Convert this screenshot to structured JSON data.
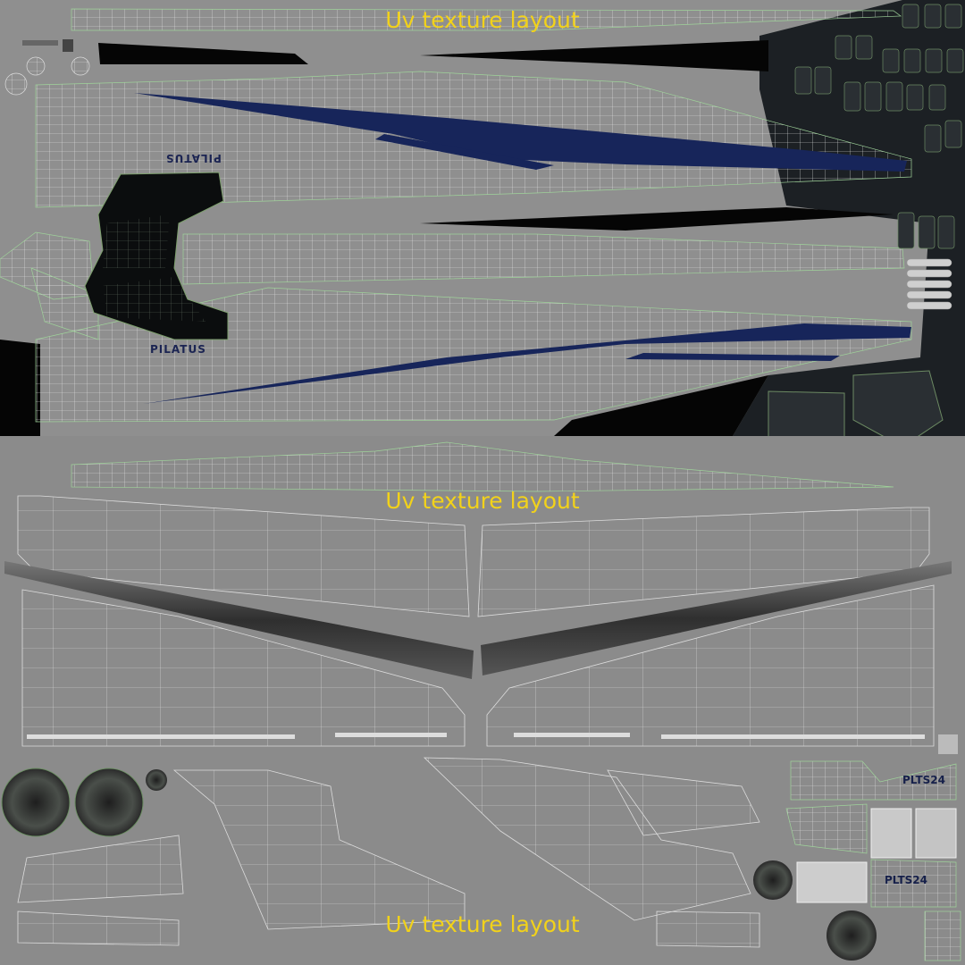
{
  "labels": {
    "top": "Uv texture layout",
    "middle": "Uv texture layout",
    "bottom": "Uv texture layout"
  },
  "decals": {
    "pilatus_upper": "PILATUS",
    "pilatus_lower": "PILATUS",
    "registration_upper": "PLTS24",
    "registration_lower": "PLTS24"
  },
  "colors": {
    "background": "#8b8b8b",
    "wireframe": "#e6e6e6",
    "seam": "#9fd39a",
    "livery_stripe": "#17255a",
    "label": "#f2d21a",
    "dark_panels": "#1c2024"
  }
}
